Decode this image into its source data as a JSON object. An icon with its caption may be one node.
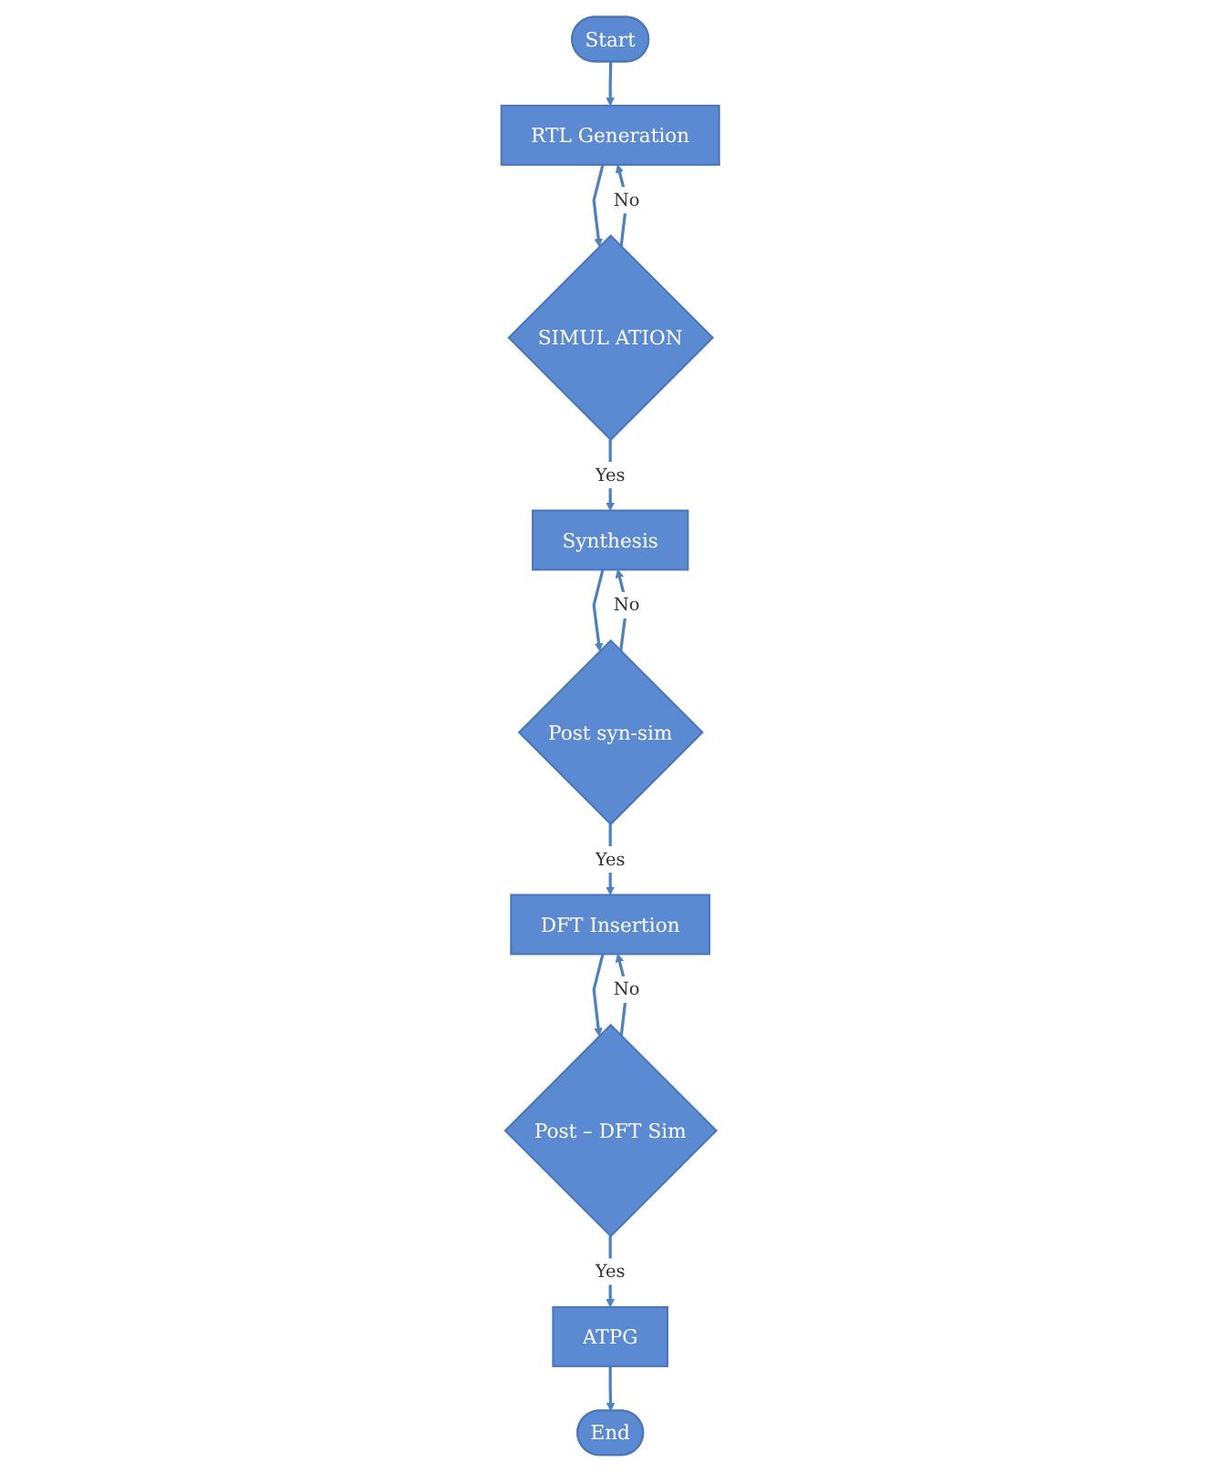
{
  "diagram": {
    "nodes": [
      {
        "text": [
          "Start"
        ]
      },
      {
        "text": [
          "RTL Generation"
        ]
      },
      {
        "text": [
          "SIMUL ATION"
        ]
      },
      {
        "text": [
          "Synthesis"
        ]
      },
      {
        "text": [
          "Post syn-sim"
        ]
      },
      {
        "text": [
          "DFT Insertion"
        ]
      },
      {
        "text": [
          "Post – DFT Sim"
        ]
      },
      {
        "text": [
          "ATPG"
        ]
      },
      {
        "text": [
          "End"
        ]
      }
    ],
    "edges": [
      {
        "from": 0,
        "to": 1,
        "arrow": "to"
      },
      {
        "from": 1,
        "to": 2,
        "arrow": "to"
      },
      {
        "from": 2,
        "to": 1,
        "arrow": "to",
        "label": "No"
      },
      {
        "from": 2,
        "to": 3,
        "arrow": "to",
        "label": "Yes"
      },
      {
        "from": 3,
        "to": 4,
        "arrow": "to"
      },
      {
        "from": 4,
        "to": 3,
        "arrow": "to",
        "label": "No"
      },
      {
        "from": 4,
        "to": 5,
        "arrow": "to",
        "label": "Yes"
      },
      {
        "from": 5,
        "to": 6,
        "arrow": "to"
      },
      {
        "from": 6,
        "to": 5,
        "arrow": "to",
        "label": "No"
      },
      {
        "from": 6,
        "to": 7,
        "arrow": "to",
        "label": "Yes"
      },
      {
        "from": 7,
        "to": 8,
        "arrow": "to"
      }
    ]
  }
}
